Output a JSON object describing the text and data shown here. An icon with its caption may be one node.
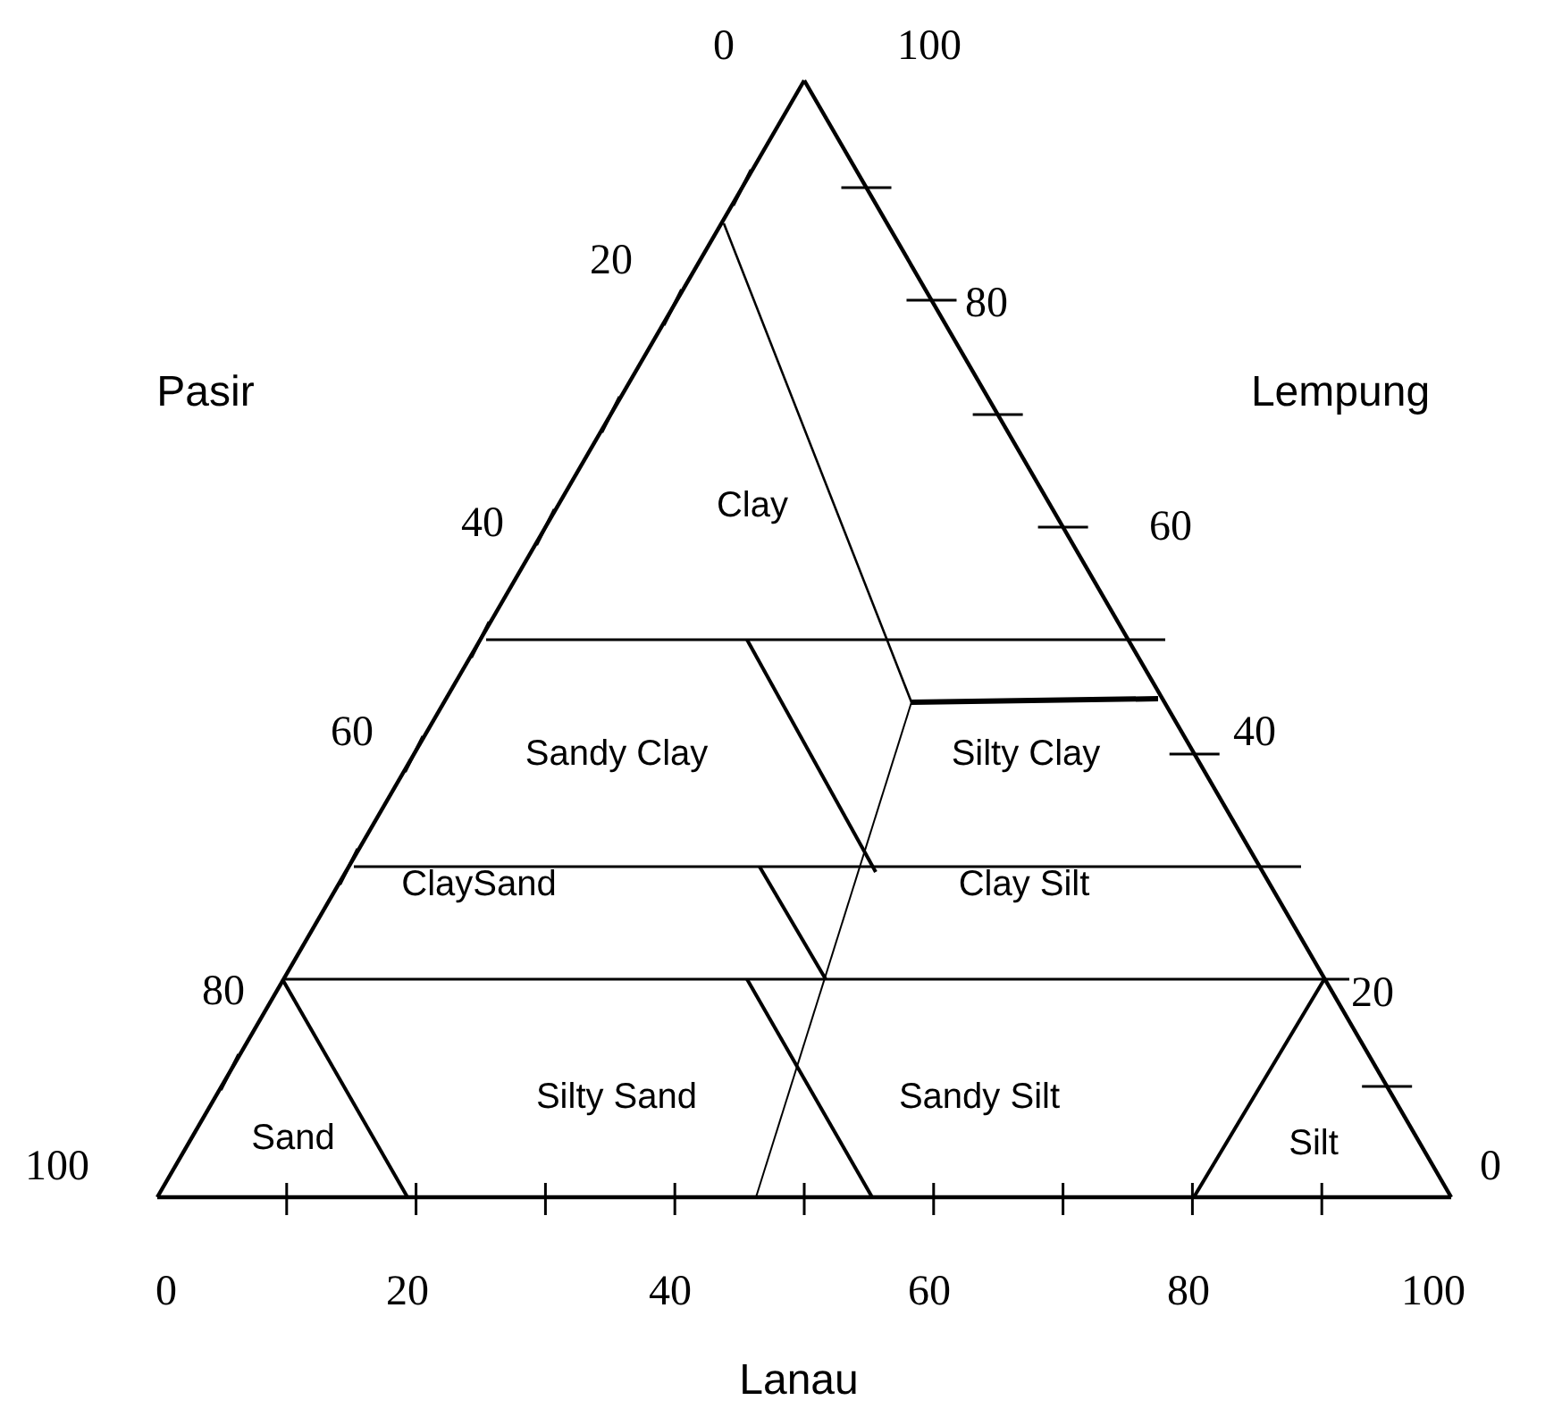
{
  "diagram": {
    "labels": [
      "0",
      "100",
      "20",
      "80",
      "Pasir",
      "Lempung",
      "40",
      "Clay",
      "60",
      "60",
      "Sandy Clay",
      "Silty Clay",
      "40",
      "ClaySand",
      "Clay Silt",
      "80",
      "20",
      "Silty Sand",
      "Sandy Silt",
      "Sand",
      "Silt",
      "100",
      "0",
      "0",
      "20",
      "40",
      "60",
      "80",
      "100",
      "Lanau"
    ]
  }
}
